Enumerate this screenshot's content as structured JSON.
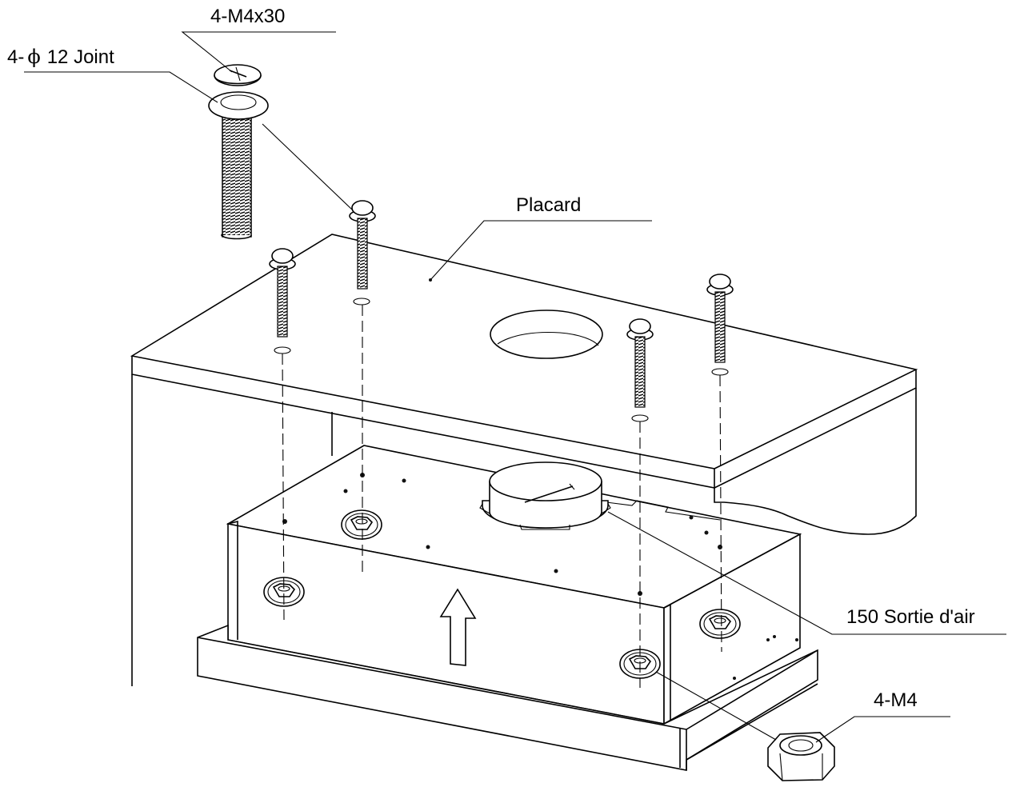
{
  "labels": {
    "screw": "4-M4x30",
    "washer_prefix": "4-",
    "washer_phi": "ϕ",
    "washer_rest": "12 Joint",
    "cabinet": "Placard",
    "outlet": "150 Sortie d'air",
    "nut": "4-M4"
  },
  "colors": {
    "line": "#000000",
    "background": "#ffffff"
  }
}
